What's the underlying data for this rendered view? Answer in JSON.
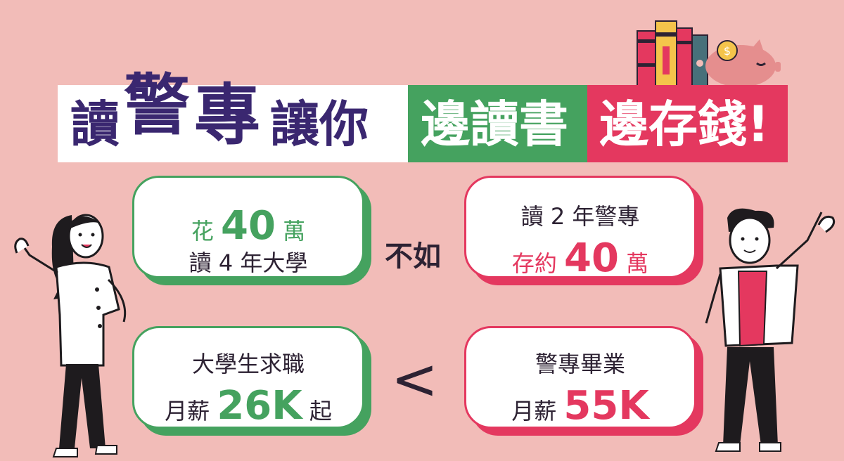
{
  "banner": {
    "word1": "讀",
    "word2": "警",
    "word3": "專",
    "word4": "讓你",
    "green_text": "邊讀書",
    "red_text": "邊存錢!"
  },
  "cards": {
    "top_left": {
      "line1_pre": "花",
      "line1_num": "40",
      "line1_post": "萬",
      "line2": "讀 4 年大學"
    },
    "top_right": {
      "line1": "讀 2 年警專",
      "line2_pre": "存約",
      "line2_num": "40",
      "line2_post": "萬"
    },
    "bottom_left": {
      "line1": "大學生求職",
      "line2_pre": "月薪",
      "line2_num": "26K",
      "line2_post": "起"
    },
    "bottom_right": {
      "line1": "警專畢業",
      "line2_pre": "月薪",
      "line2_num": "55K"
    }
  },
  "connectors": {
    "top": "不如",
    "bottom": "<"
  },
  "colors": {
    "background": "#f2bcb8",
    "green": "#45a25f",
    "red": "#e4385f",
    "purple": "#3a2770"
  },
  "icons": [
    "books-icon",
    "piggy-bank-icon",
    "coin-icon",
    "woman-illustration",
    "man-illustration"
  ]
}
